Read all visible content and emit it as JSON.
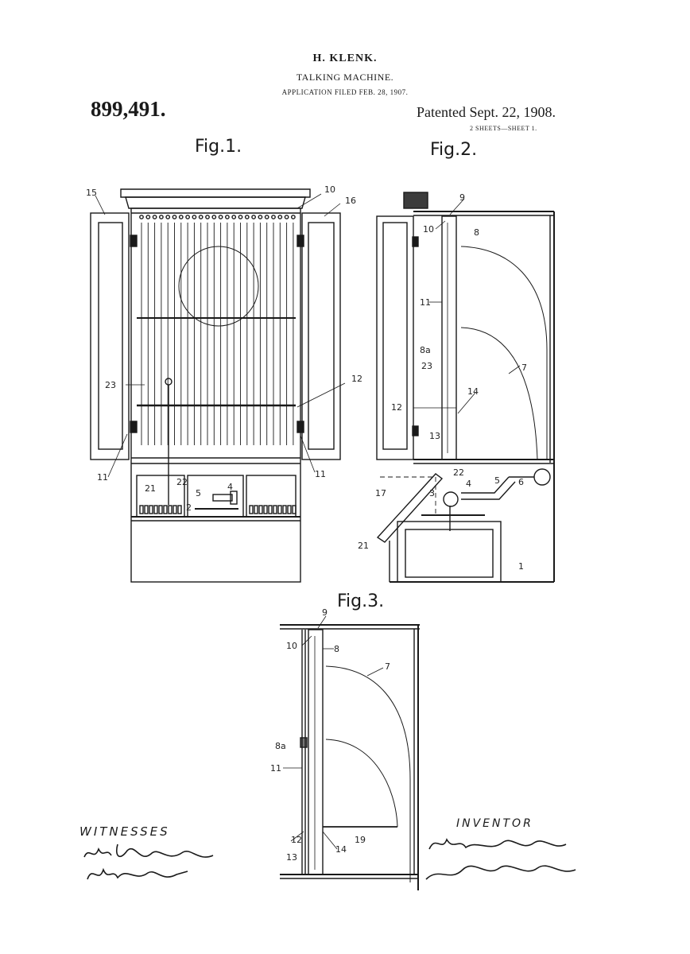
{
  "header": {
    "inventor_name": "H. KLENK.",
    "title": "TALKING MACHINE.",
    "application_filed": "APPLICATION FILED FEB. 28, 1907.",
    "patent_number": "899,491.",
    "patented_date": "Patented Sept. 22, 1908.",
    "sheets": "2 SHEETS—SHEET 1."
  },
  "figures": {
    "fig1": "Fig.1.",
    "fig2": "Fig.2.",
    "fig3": "Fig.3."
  },
  "reference_numerals": {
    "fig1": [
      "15",
      "10",
      "16",
      "23",
      "12",
      "11",
      "11",
      "21",
      "22",
      "5",
      "4",
      "2"
    ],
    "fig2": [
      "9",
      "10",
      "8",
      "11",
      "8a",
      "23",
      "7",
      "12",
      "14",
      "13",
      "22",
      "4",
      "5",
      "6",
      "17",
      "3",
      "21",
      "1"
    ],
    "fig3": [
      "9",
      "10",
      "8",
      "7",
      "8a",
      "11",
      "12",
      "14",
      "19",
      "13"
    ]
  },
  "witnesses": {
    "heading": "WITNESSES"
  },
  "inventor": {
    "heading": "INVENTOR"
  },
  "colors": {
    "ink": "#1a1a1a",
    "paper": "#ffffff"
  }
}
